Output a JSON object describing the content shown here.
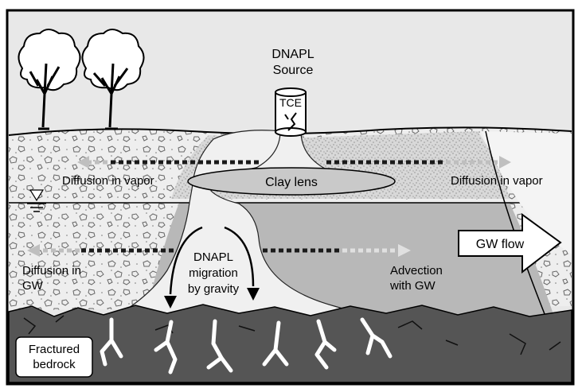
{
  "diagram": {
    "source_title_line1": "DNAPL",
    "source_title_line2": "Source",
    "drum_label": "TCE",
    "clay_lens_label": "Clay lens",
    "diffusion_vapor_left": "Diffusion in vapor",
    "diffusion_vapor_right": "Diffusion in vapor",
    "diffusion_gw_line1": "Diffusion in",
    "diffusion_gw_line2": "GW",
    "migration_line1": "DNAPL",
    "migration_line2": "migration",
    "migration_line3": "by gravity",
    "advection_line1": "Advection",
    "advection_line2": "with GW",
    "gw_flow_label": "GW flow",
    "bedrock_line1": "Fractured",
    "bedrock_line2": "bedrock"
  }
}
